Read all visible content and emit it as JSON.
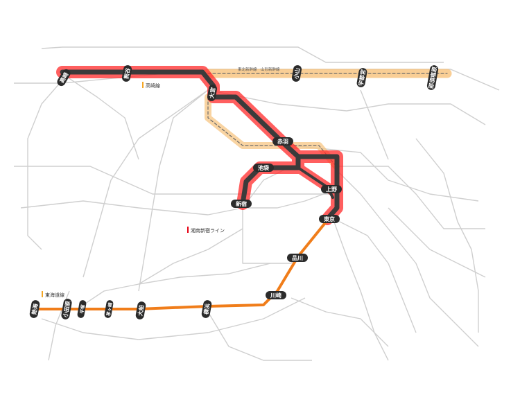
{
  "legend": {
    "takasaki": "高崎線",
    "shonan_shinjuku": "湘南新宿ライン",
    "tokaido": "東海道線"
  },
  "route_label": "東北新幹線　山形新幹線",
  "stations": {
    "takasaki": "高崎",
    "kumagaya": "熊谷",
    "omiya": "大宮",
    "oyama": "小山",
    "utsunomiya": "宇都宮",
    "nasushiobara": "那須塩原",
    "akabane": "赤羽",
    "ikebukuro": "池袋",
    "shinjuku": "新宿",
    "ueno": "上野",
    "tokyo": "東京",
    "shinagawa": "品川",
    "kawasaki": "川崎",
    "yokohama": "横浜",
    "ofuna": "大船",
    "chigasaki": "茅ヶ崎",
    "hiratsuka": "平塚",
    "odawara": "小田原",
    "atami": "熱海"
  },
  "colors": {
    "glow_red": "#ff2a2a",
    "glow_orange": "#f5a623",
    "track_dark": "#3b3b3b",
    "tokaido_orange": "#f07d1a",
    "shinkansen_glow": "#f7c27a",
    "gray_line": "#c8c8c8",
    "legend_red": "#e60012",
    "legend_orange": "#f5a623"
  }
}
